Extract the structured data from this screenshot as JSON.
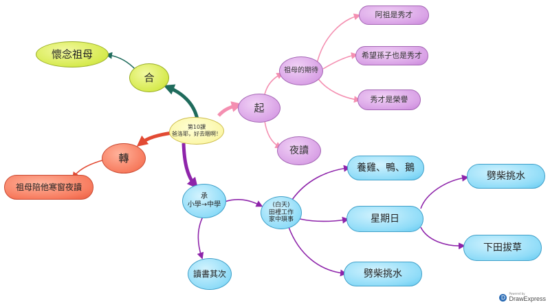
{
  "center": "第10課\n爸洛耶，好去睏啊！",
  "nodes": {
    "he": "合",
    "huainian": "懷念祖母",
    "zhuan": "轉",
    "zumu_peita": "祖母陪他寒窗夜讀",
    "qi": "起",
    "zumu_qidai": "祖母的期待",
    "azu": "阿祖是秀才",
    "xiwang": "希望孫子也是秀才",
    "xiucai": "秀才是榮譽",
    "yedu": "夜讀",
    "cheng": "承\n小學→中學",
    "dushu": "讀書其次",
    "baitian": "(白天)\n田裡工作\n家中瑣事",
    "yangji": "養雞、鴨、鵝",
    "xingqiri": "星期日",
    "pichai_1": "劈柴挑水",
    "xiatian": "下田拔草",
    "pichai_2": "劈柴挑水"
  },
  "colors": {
    "green_edge": "#1f6b5c",
    "red_edge": "#e24a33",
    "pink_edge": "#f48fb1",
    "purple_edge": "#8e24aa"
  },
  "branding": {
    "powered": "Powered by",
    "name": "DrawExpress"
  }
}
